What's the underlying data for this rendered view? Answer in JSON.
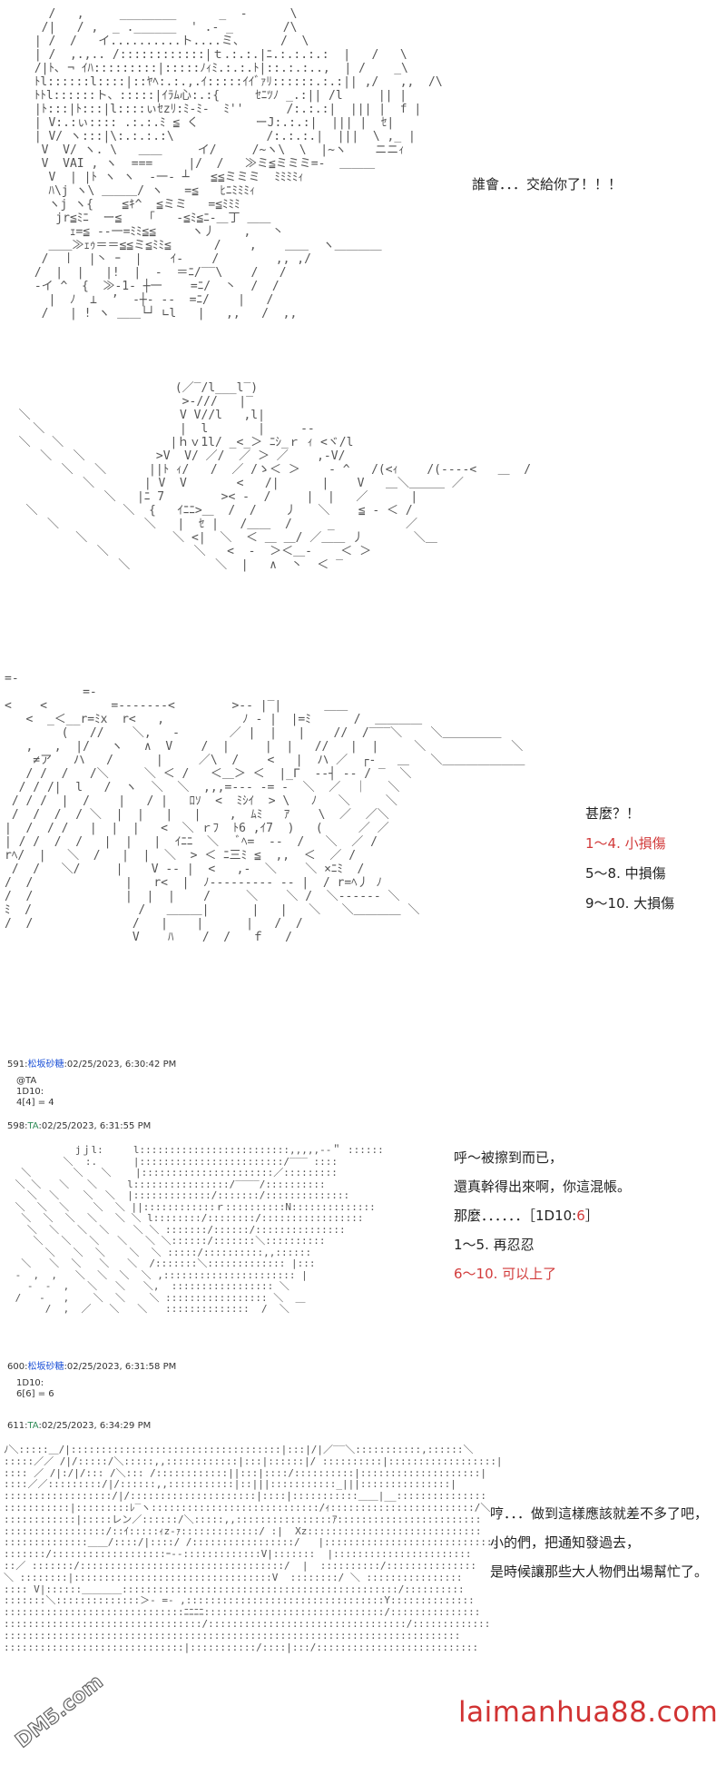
{
  "panel1": {
    "dialogue": [
      "誰會．．．交給你了！！！"
    ]
  },
  "panel3": {
    "lines": [
      {
        "text": "甚麼？！",
        "color": "#222222"
      },
      {
        "text": "1～4. 小損傷",
        "color": "#d23a3a"
      },
      {
        "text": "5～8. 中損傷",
        "color": "#222222"
      },
      {
        "text": "9～10. 大損傷",
        "color": "#222222"
      }
    ]
  },
  "post591": {
    "id": "591",
    "name": "松坂砂糖",
    "date": "02/25/2023, 6:30:42 PM",
    "lines": [
      "@TA",
      "1D10:",
      "4[4] = 4"
    ]
  },
  "post598": {
    "id": "598",
    "name": "TA",
    "date": "02/25/2023, 6:31:55 PM"
  },
  "panel4": {
    "line1": "呼～被擦到而已，",
    "line2": "還真幹得出來啊，你這混帳。",
    "line3_prefix": "那麼．．．．．．［1D10:",
    "line3_value": "6",
    "line3_suffix": "］",
    "line4": "1～5. 再忍忍",
    "line5": "6～10. 可以上了"
  },
  "post600": {
    "id": "600",
    "name": "松坂砂糖",
    "date": "02/25/2023, 6:31:58 PM",
    "lines": [
      "1D10:",
      "6[6] = 6"
    ]
  },
  "post611": {
    "id": "611",
    "name": "TA",
    "date": "02/25/2023, 6:34:29 PM"
  },
  "panel5": {
    "dialogue": [
      "哼．．．做到這樣應該就差不多了吧，",
      "小的們，把通知發過去，",
      "是時候讓那些大人物們出場幫忙了。"
    ]
  },
  "watermark": "laimanhua88.com",
  "logo_text": "DM5.com",
  "colors": {
    "accent_red": "#d23a3a",
    "name_blue": "#1a4fd6",
    "trip_green": "#2e8b57"
  }
}
